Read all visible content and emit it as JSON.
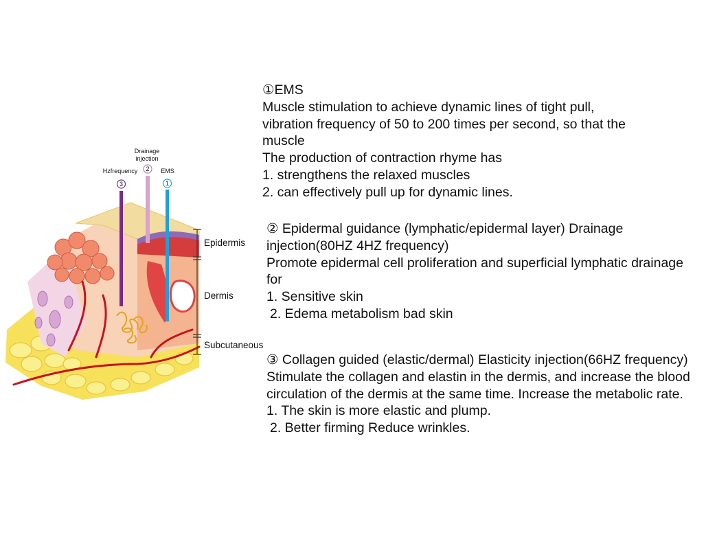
{
  "diagram": {
    "probes": [
      {
        "label": "Hzfrequency",
        "marker": "3",
        "color": "#7a2a8a"
      },
      {
        "label_lines": [
          "Drainage",
          "injection"
        ],
        "marker": "2",
        "color": "#d9a3cf"
      },
      {
        "label": "EMS",
        "marker": "1",
        "color": "#1fa0dc"
      }
    ],
    "layers": [
      "Epidermis",
      "Dermis",
      "Subcutaneous"
    ]
  },
  "sections": [
    {
      "heading": "①EMS",
      "lines": [
        "Muscle stimulation to achieve dynamic lines of tight pull,",
        "vibration frequency of 50 to 200 times per second, so that the",
        "muscle",
        "The production of contraction rhyme has",
        "1. strengthens the relaxed muscles",
        "2. can effectively pull up for dynamic lines."
      ]
    },
    {
      "heading": "② Epidermal guidance (lymphatic/epidermal layer) Drainage",
      "lines": [
        "injection(80HZ 4HZ frequency)",
        "Promote epidermal cell proliferation and superficial lymphatic drainage",
        "for",
        "1. Sensitive skin",
        " 2. Edema metabolism bad skin"
      ]
    },
    {
      "heading": "③ Collagen guided (elastic/dermal) Elasticity injection(66HZ frequency)",
      "lines": [
        "Stimulate the collagen and elastin in the dermis, and increase the blood",
        "circulation of the dermis at the same time. Increase the metabolic rate.",
        "1. The skin is more elastic and plump.",
        " 2. Better firming Reduce wrinkles."
      ]
    }
  ]
}
